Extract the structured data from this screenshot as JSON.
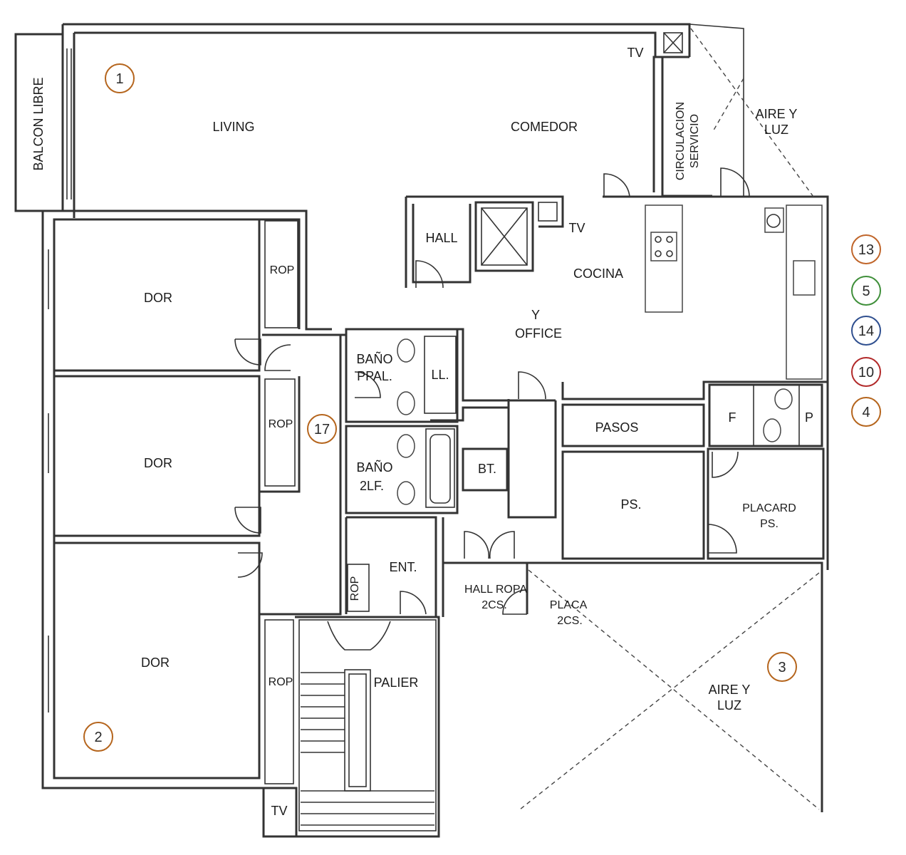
{
  "rooms": {
    "balcon": "BALCON LIBRE",
    "living": "LIVING",
    "comedor": "COMEDOR",
    "tv_top": "TV",
    "circulacion_1": "CIRCULACION",
    "circulacion_2": "SERVICIO",
    "aire_luz_top_1": "AIRE Y",
    "aire_luz_top_2": "LUZ",
    "hall": "HALL",
    "tv_kitchen": "TV",
    "cocina": "COCINA",
    "y": "Y",
    "office": "OFFICE",
    "rop_1": "ROP",
    "dor_1": "DOR",
    "bano_ppal_1": "BAÑO",
    "bano_ppal_2": "PPAL.",
    "ll": "LL.",
    "rop_2": "ROP",
    "dor_2": "DOR",
    "bano_2lf_1": "BAÑO",
    "bano_2lf_2": "2LF.",
    "bt": "BT.",
    "pasos": "PASOS",
    "f": "F",
    "p": "P",
    "ps": "PS.",
    "placard_1": "PLACARD",
    "placard_2": "PS.",
    "ent": "ENT.",
    "rop_3": "ROP",
    "hall_ropa_1": "HALL ROPA",
    "hall_ropa_2": "2CS.",
    "placa_1": "PLACA",
    "placa_2": "2CS.",
    "dor_3": "DOR",
    "rop_4": "ROP",
    "palier": "PALIER",
    "aire_luz_bottom_1": "AIRE Y",
    "aire_luz_bottom_2": "LUZ",
    "tv_bottom": "TV"
  },
  "markers": [
    {
      "label": "1",
      "color": "#b5651d"
    },
    {
      "label": "2",
      "color": "#b5651d"
    },
    {
      "label": "3",
      "color": "#b5651d"
    },
    {
      "label": "17",
      "color": "#b5651d"
    },
    {
      "label": "13",
      "color": "#c0652a"
    },
    {
      "label": "5",
      "color": "#3f8f3a"
    },
    {
      "label": "14",
      "color": "#2f4f8f"
    },
    {
      "label": "10",
      "color": "#b22a2a"
    },
    {
      "label": "4",
      "color": "#b5651d"
    }
  ]
}
